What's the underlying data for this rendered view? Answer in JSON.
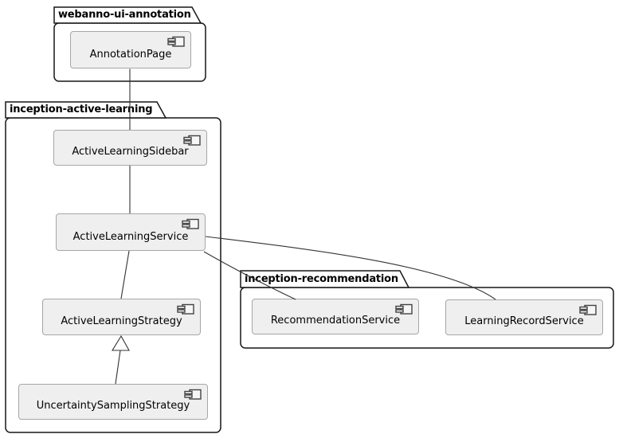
{
  "diagram": {
    "type": "uml-component-diagram",
    "packages": [
      {
        "name": "webanno-ui-annotation",
        "components": [
          "AnnotationPage"
        ]
      },
      {
        "name": "inception-active-learning",
        "components": [
          "ActiveLearningSidebar",
          "ActiveLearningService",
          "ActiveLearningStrategy",
          "UncertaintySamplingStrategy"
        ]
      },
      {
        "name": "inception-recommendation",
        "components": [
          "RecommendationService",
          "LearningRecordService"
        ]
      }
    ],
    "relations": [
      {
        "from": "AnnotationPage",
        "to": "ActiveLearningSidebar",
        "type": "association"
      },
      {
        "from": "ActiveLearningSidebar",
        "to": "ActiveLearningService",
        "type": "association"
      },
      {
        "from": "ActiveLearningService",
        "to": "ActiveLearningStrategy",
        "type": "association"
      },
      {
        "from": "UncertaintySamplingStrategy",
        "to": "ActiveLearningStrategy",
        "type": "generalization"
      },
      {
        "from": "ActiveLearningService",
        "to": "RecommendationService",
        "type": "association"
      },
      {
        "from": "ActiveLearningService",
        "to": "LearningRecordService",
        "type": "association"
      }
    ],
    "colors": {
      "background": "#ffffff",
      "package_fill": "#ffffff",
      "package_border": "#161616",
      "component_fill": "#efefef",
      "component_border": "#a6a6a6",
      "line": "#333333",
      "text": "#000000"
    }
  }
}
